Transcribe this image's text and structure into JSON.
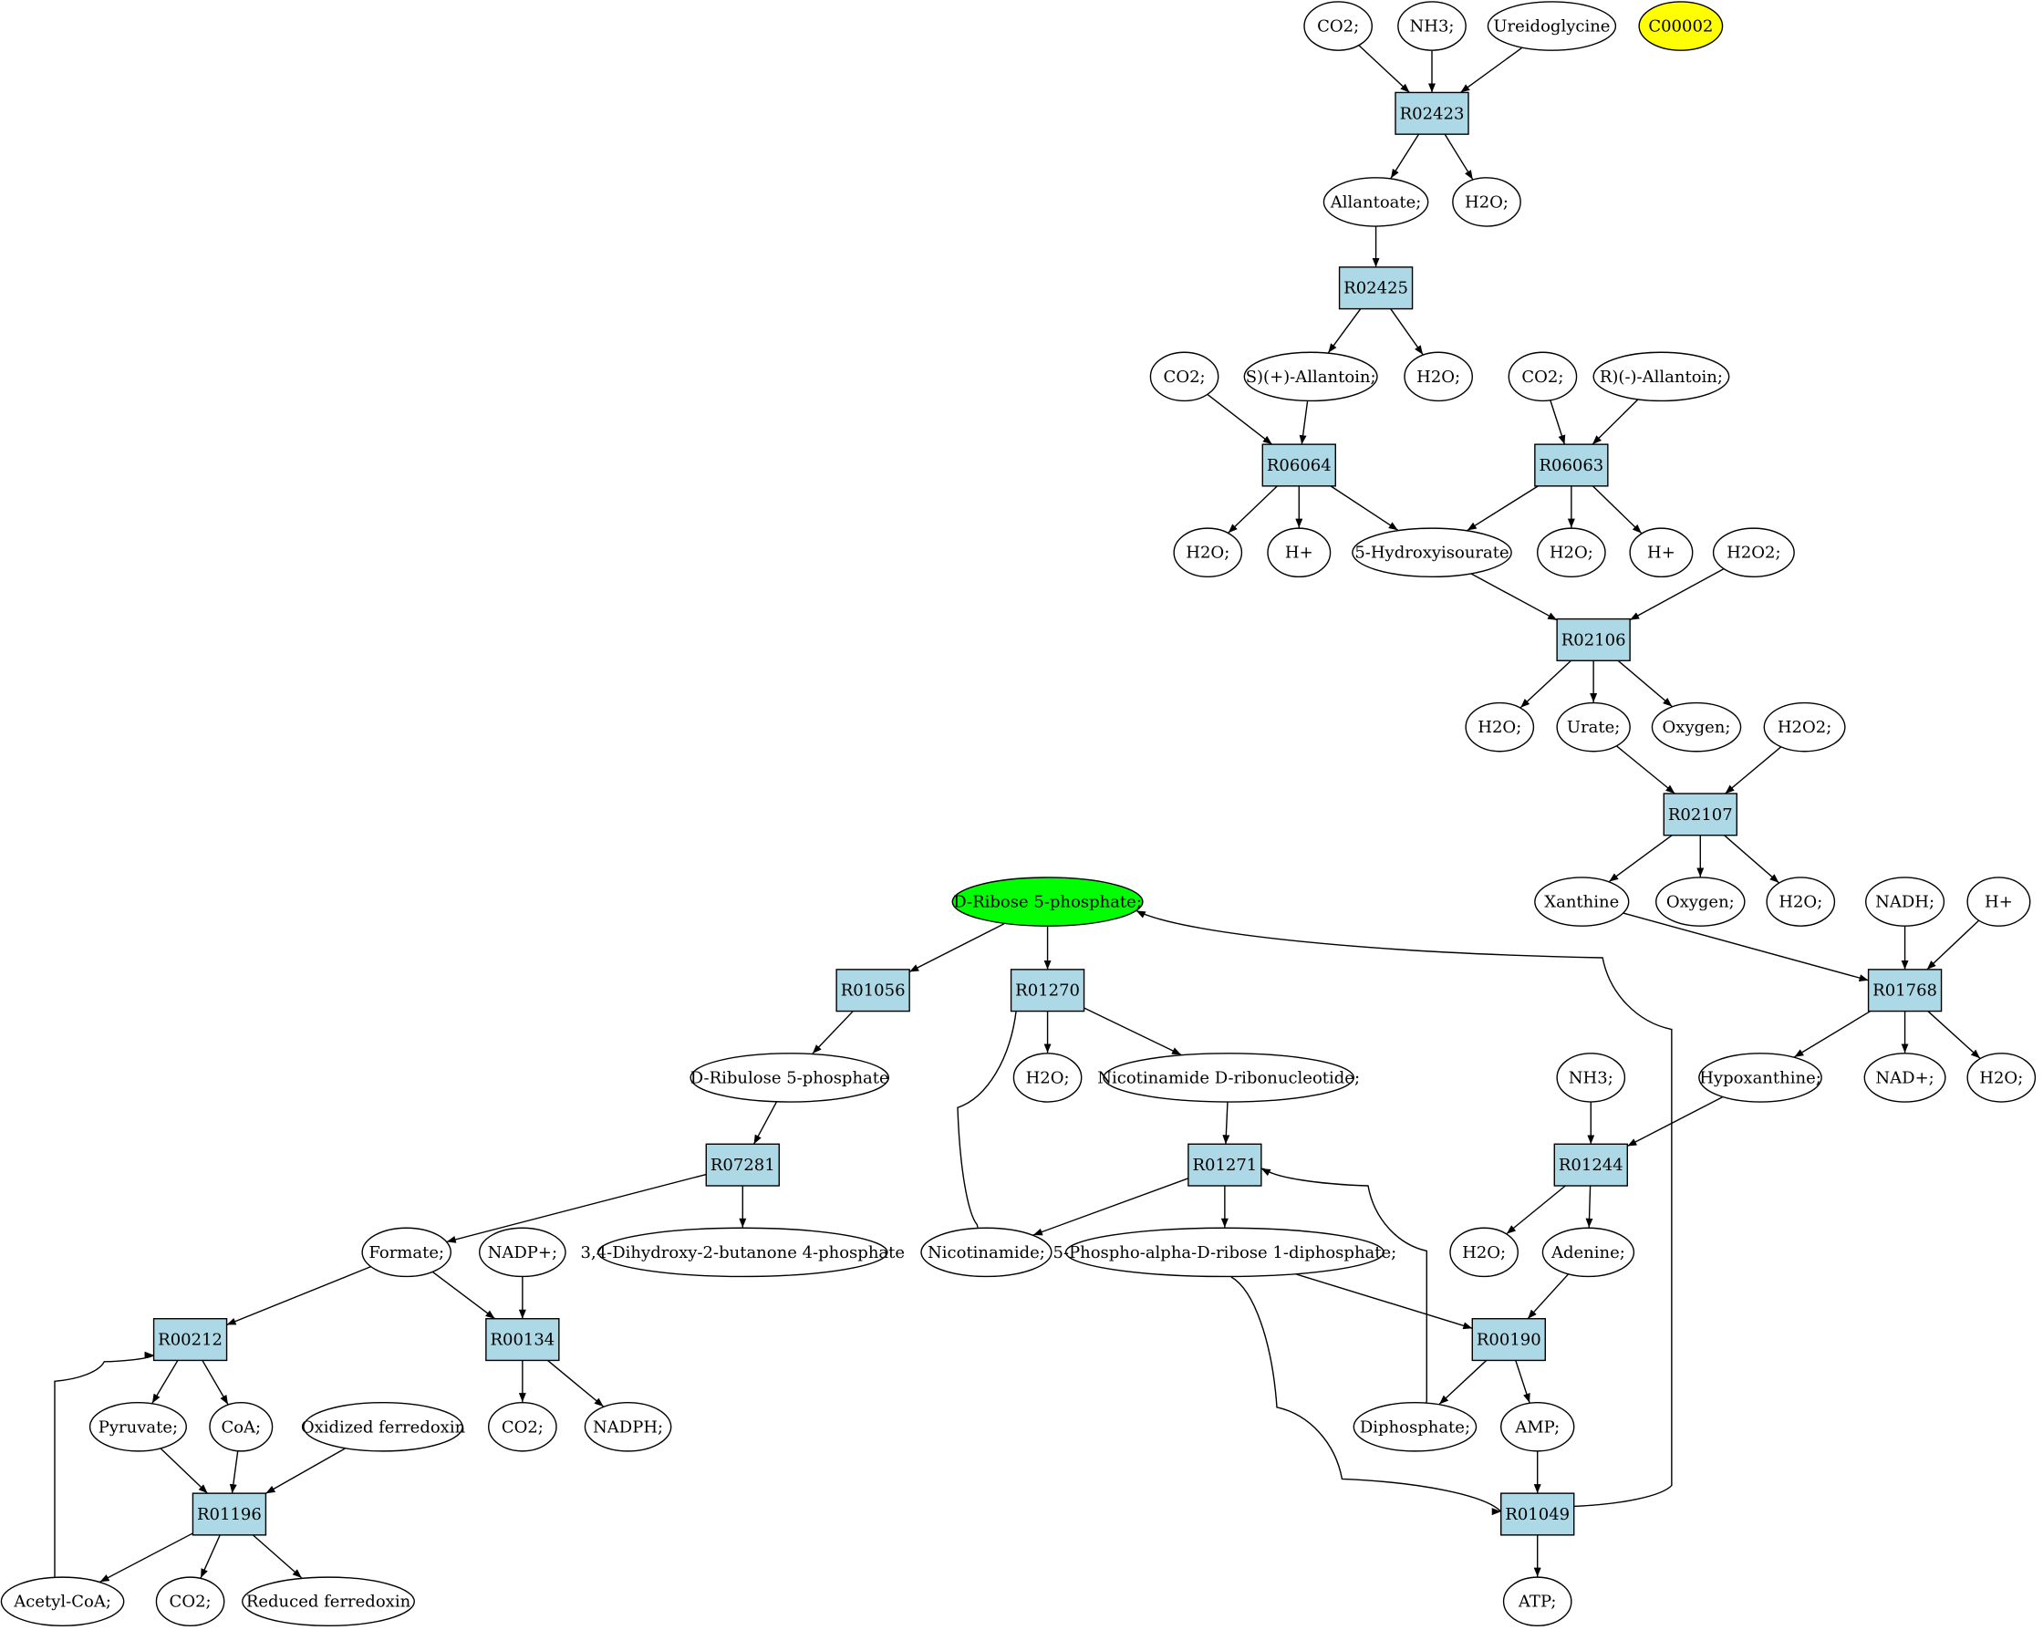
{
  "diagram": {
    "colors": {
      "reaction": "#add8e6",
      "compound": "#ffffff",
      "start": "#00ff00",
      "target": "#ffff00",
      "stroke": "#000000"
    },
    "nodes": {
      "c_co2_1": {
        "label": "CO2;",
        "kind": "compound"
      },
      "c_nh3_1": {
        "label": "NH3;",
        "kind": "compound"
      },
      "c_ureidoglycine": {
        "label": "Ureidoglycine",
        "kind": "compound"
      },
      "c_c00002": {
        "label": "C00002",
        "kind": "target"
      },
      "r_R02423": {
        "label": "R02423",
        "kind": "reaction"
      },
      "c_allantoate": {
        "label": "Allantoate;",
        "kind": "compound"
      },
      "c_h2o_1": {
        "label": "H2O;",
        "kind": "compound"
      },
      "r_R02425": {
        "label": "R02425",
        "kind": "reaction"
      },
      "c_co2_2": {
        "label": "CO2;",
        "kind": "compound"
      },
      "c_s_allantoin": {
        "label": "S)(+)-Allantoin;",
        "kind": "compound"
      },
      "c_h2o_2": {
        "label": "H2O;",
        "kind": "compound"
      },
      "c_co2_3": {
        "label": "CO2;",
        "kind": "compound"
      },
      "c_r_allantoin": {
        "label": "R)(-)-Allantoin;",
        "kind": "compound"
      },
      "r_R06064": {
        "label": "R06064",
        "kind": "reaction"
      },
      "r_R06063": {
        "label": "R06063",
        "kind": "reaction"
      },
      "c_h2o_3": {
        "label": "H2O;",
        "kind": "compound"
      },
      "c_hplus_1": {
        "label": "H+",
        "kind": "compound"
      },
      "c_hydroxyisourate": {
        "label": "5-Hydroxyisourate",
        "kind": "compound"
      },
      "c_h2o_4": {
        "label": "H2O;",
        "kind": "compound"
      },
      "c_hplus_2": {
        "label": "H+",
        "kind": "compound"
      },
      "c_h2o2_1": {
        "label": "H2O2;",
        "kind": "compound"
      },
      "r_R02106": {
        "label": "R02106",
        "kind": "reaction"
      },
      "c_h2o_5": {
        "label": "H2O;",
        "kind": "compound"
      },
      "c_urate": {
        "label": "Urate;",
        "kind": "compound"
      },
      "c_oxygen_1": {
        "label": "Oxygen;",
        "kind": "compound"
      },
      "c_h2o2_2": {
        "label": "H2O2;",
        "kind": "compound"
      },
      "r_R02107": {
        "label": "R02107",
        "kind": "reaction"
      },
      "c_xanthine": {
        "label": "Xanthine",
        "kind": "compound"
      },
      "c_oxygen_2": {
        "label": "Oxygen;",
        "kind": "compound"
      },
      "c_h2o_6": {
        "label": "H2O;",
        "kind": "compound"
      },
      "c_nadh": {
        "label": "NADH;",
        "kind": "compound"
      },
      "c_hplus_3": {
        "label": "H+",
        "kind": "compound"
      },
      "c_ribose5p": {
        "label": "D-Ribose 5-phosphate;",
        "kind": "start"
      },
      "r_R01056": {
        "label": "R01056",
        "kind": "reaction"
      },
      "r_R01270": {
        "label": "R01270",
        "kind": "reaction"
      },
      "r_R01768": {
        "label": "R01768",
        "kind": "reaction"
      },
      "c_ribulose5p": {
        "label": "D-Ribulose 5-phosphate",
        "kind": "compound"
      },
      "c_h2o_7": {
        "label": "H2O;",
        "kind": "compound"
      },
      "c_nmn": {
        "label": "Nicotinamide D-ribonucleotide;",
        "kind": "compound"
      },
      "c_nh3_2": {
        "label": "NH3;",
        "kind": "compound"
      },
      "c_hypoxanthine": {
        "label": "Hypoxanthine;",
        "kind": "compound"
      },
      "c_nadplus": {
        "label": "NAD+;",
        "kind": "compound"
      },
      "c_h2o_8": {
        "label": "H2O;",
        "kind": "compound"
      },
      "r_R07281": {
        "label": "R07281",
        "kind": "reaction"
      },
      "r_R01271": {
        "label": "R01271",
        "kind": "reaction"
      },
      "r_R01244": {
        "label": "R01244",
        "kind": "reaction"
      },
      "c_formate": {
        "label": "Formate;",
        "kind": "compound"
      },
      "c_nadpplus": {
        "label": "NADP+;",
        "kind": "compound"
      },
      "c_dhbp": {
        "label": "3,4-Dihydroxy-2-butanone 4-phosphate",
        "kind": "compound"
      },
      "c_nicotinamide": {
        "label": "Nicotinamide;",
        "kind": "compound"
      },
      "c_prpp": {
        "label": "5-Phospho-alpha-D-ribose 1-diphosphate;",
        "kind": "compound"
      },
      "c_h2o_9": {
        "label": "H2O;",
        "kind": "compound"
      },
      "c_adenine": {
        "label": "Adenine;",
        "kind": "compound"
      },
      "r_R00212": {
        "label": "R00212",
        "kind": "reaction"
      },
      "r_R00134": {
        "label": "R00134",
        "kind": "reaction"
      },
      "r_R00190": {
        "label": "R00190",
        "kind": "reaction"
      },
      "c_pyruvate": {
        "label": "Pyruvate;",
        "kind": "compound"
      },
      "c_coa": {
        "label": "CoA;",
        "kind": "compound"
      },
      "c_oxfd": {
        "label": "Oxidized ferredoxin",
        "kind": "compound"
      },
      "c_co2_4": {
        "label": "CO2;",
        "kind": "compound"
      },
      "c_nadph": {
        "label": "NADPH;",
        "kind": "compound"
      },
      "c_diphosphate": {
        "label": "Diphosphate;",
        "kind": "compound"
      },
      "c_amp": {
        "label": "AMP;",
        "kind": "compound"
      },
      "r_R01196": {
        "label": "R01196",
        "kind": "reaction"
      },
      "r_R01049": {
        "label": "R01049",
        "kind": "reaction"
      },
      "c_acetylcoa": {
        "label": "Acetyl-CoA;",
        "kind": "compound"
      },
      "c_co2_5": {
        "label": "CO2;",
        "kind": "compound"
      },
      "c_redfd": {
        "label": "Reduced ferredoxin",
        "kind": "compound"
      },
      "c_atp": {
        "label": "ATP;",
        "kind": "compound"
      }
    },
    "edges": [
      [
        "c_co2_1",
        "r_R02423"
      ],
      [
        "c_nh3_1",
        "r_R02423"
      ],
      [
        "c_ureidoglycine",
        "r_R02423"
      ],
      [
        "r_R02423",
        "c_allantoate"
      ],
      [
        "r_R02423",
        "c_h2o_1"
      ],
      [
        "c_allantoate",
        "r_R02425"
      ],
      [
        "r_R02425",
        "c_s_allantoin"
      ],
      [
        "r_R02425",
        "c_h2o_2"
      ],
      [
        "c_co2_2",
        "r_R06064"
      ],
      [
        "c_s_allantoin",
        "r_R06064"
      ],
      [
        "c_co2_3",
        "r_R06063"
      ],
      [
        "c_r_allantoin",
        "r_R06063"
      ],
      [
        "r_R06064",
        "c_h2o_3"
      ],
      [
        "r_R06064",
        "c_hplus_1"
      ],
      [
        "r_R06064",
        "c_hydroxyisourate"
      ],
      [
        "r_R06063",
        "c_hydroxyisourate"
      ],
      [
        "r_R06063",
        "c_h2o_4"
      ],
      [
        "r_R06063",
        "c_hplus_2"
      ],
      [
        "c_hydroxyisourate",
        "r_R02106"
      ],
      [
        "c_h2o2_1",
        "r_R02106"
      ],
      [
        "r_R02106",
        "c_h2o_5"
      ],
      [
        "r_R02106",
        "c_urate"
      ],
      [
        "r_R02106",
        "c_oxygen_1"
      ],
      [
        "c_urate",
        "r_R02107"
      ],
      [
        "c_h2o2_2",
        "r_R02107"
      ],
      [
        "r_R02107",
        "c_xanthine"
      ],
      [
        "r_R02107",
        "c_oxygen_2"
      ],
      [
        "r_R02107",
        "c_h2o_6"
      ],
      [
        "c_xanthine",
        "r_R01768"
      ],
      [
        "c_nadh",
        "r_R01768"
      ],
      [
        "c_hplus_3",
        "r_R01768"
      ],
      [
        "r_R01768",
        "c_hypoxanthine"
      ],
      [
        "r_R01768",
        "c_nadplus"
      ],
      [
        "r_R01768",
        "c_h2o_8"
      ],
      [
        "c_ribose5p",
        "r_R01056"
      ],
      [
        "c_ribose5p",
        "r_R01270"
      ],
      [
        "r_R01056",
        "c_ribulose5p"
      ],
      [
        "r_R01270",
        "c_h2o_7"
      ],
      [
        "r_R01270",
        "c_nmn"
      ],
      [
        "c_ribulose5p",
        "r_R07281"
      ],
      [
        "c_nmn",
        "r_R01271"
      ],
      [
        "c_nh3_2",
        "r_R01244"
      ],
      [
        "c_hypoxanthine",
        "r_R01244"
      ],
      [
        "r_R07281",
        "c_formate"
      ],
      [
        "r_R07281",
        "c_dhbp"
      ],
      [
        "r_R01271",
        "c_nicotinamide"
      ],
      [
        "r_R01271",
        "c_prpp"
      ],
      [
        "c_nicotinamide",
        "r_R01270"
      ],
      [
        "r_R01244",
        "c_h2o_9"
      ],
      [
        "r_R01244",
        "c_adenine"
      ],
      [
        "c_formate",
        "r_R00212"
      ],
      [
        "c_formate",
        "r_R00134"
      ],
      [
        "c_nadpplus",
        "r_R00134"
      ],
      [
        "c_prpp",
        "r_R00190"
      ],
      [
        "c_adenine",
        "r_R00190"
      ],
      [
        "c_prpp",
        "r_R01049"
      ],
      [
        "r_R00212",
        "c_pyruvate"
      ],
      [
        "r_R00212",
        "c_coa"
      ],
      [
        "r_R00134",
        "c_co2_4"
      ],
      [
        "r_R00134",
        "c_nadph"
      ],
      [
        "r_R00190",
        "c_diphosphate"
      ],
      [
        "r_R00190",
        "c_amp"
      ],
      [
        "c_diphosphate",
        "r_R01271"
      ],
      [
        "c_pyruvate",
        "r_R01196"
      ],
      [
        "c_coa",
        "r_R01196"
      ],
      [
        "c_oxfd",
        "r_R01196"
      ],
      [
        "c_amp",
        "r_R01049"
      ],
      [
        "r_R01196",
        "c_acetylcoa"
      ],
      [
        "r_R01196",
        "c_co2_5"
      ],
      [
        "r_R01196",
        "c_redfd"
      ],
      [
        "c_acetylcoa",
        "r_R00212"
      ],
      [
        "r_R01049",
        "c_atp"
      ],
      [
        "r_R01049",
        "c_ribose5p"
      ]
    ]
  }
}
